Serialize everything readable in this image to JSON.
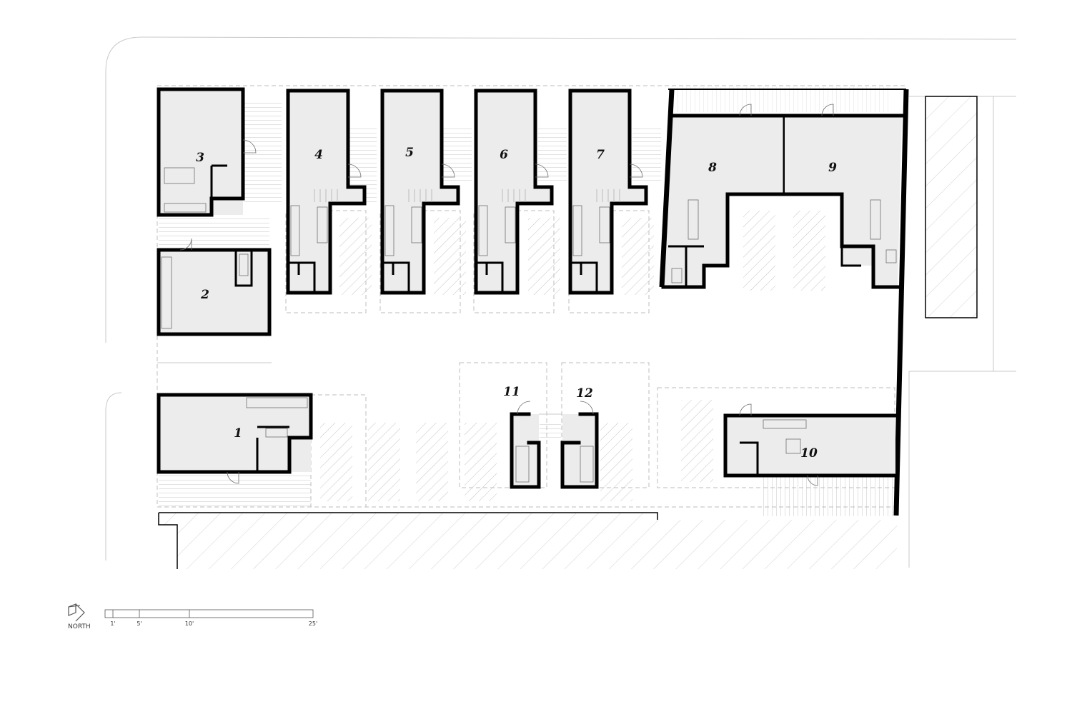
{
  "plan": {
    "units": [
      {
        "id": "1",
        "label": "1"
      },
      {
        "id": "2",
        "label": "2"
      },
      {
        "id": "3",
        "label": "3"
      },
      {
        "id": "4",
        "label": "4"
      },
      {
        "id": "5",
        "label": "5"
      },
      {
        "id": "6",
        "label": "6"
      },
      {
        "id": "7",
        "label": "7"
      },
      {
        "id": "8",
        "label": "8"
      },
      {
        "id": "9",
        "label": "9"
      },
      {
        "id": "10",
        "label": "10"
      },
      {
        "id": "11",
        "label": "11"
      },
      {
        "id": "12",
        "label": "12"
      }
    ],
    "north_label": "NORTH",
    "scale_bar": {
      "ticks": [
        "1'",
        "5'",
        "10'",
        "25'"
      ]
    },
    "colors": {
      "wall": "#000000",
      "floor": "#ececec",
      "hatch": "#bdbdbd",
      "guide": "#c9c9c9"
    }
  }
}
